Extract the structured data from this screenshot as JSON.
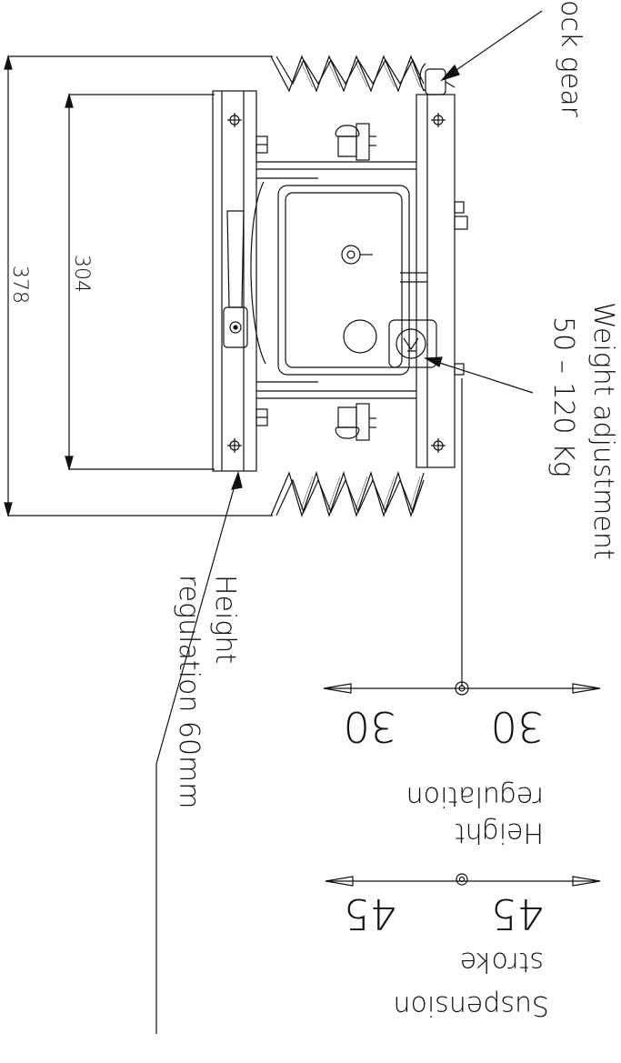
{
  "title": "",
  "labels": {
    "dim_overall": "378",
    "dim_inner": "304",
    "lock_gear": "ock gear",
    "weight_adjustment_line1": "Weight adjustment",
    "weight_adjustment_line2": "50 – 120 Kg",
    "height_regulation_note_line1": "Height",
    "height_regulation_note_line2": "regulation 60mm",
    "height_reg_value_left": "30",
    "height_reg_value_right": "30",
    "height_reg_caption_line1": "regulation",
    "height_reg_caption_line2": "Height",
    "stroke_value_left": "45",
    "stroke_value_right": "45",
    "stroke_caption_line1": "stroke",
    "stroke_caption_line2": "Suspension"
  },
  "colors": {
    "line": "#111111",
    "background": "#ffffff"
  }
}
